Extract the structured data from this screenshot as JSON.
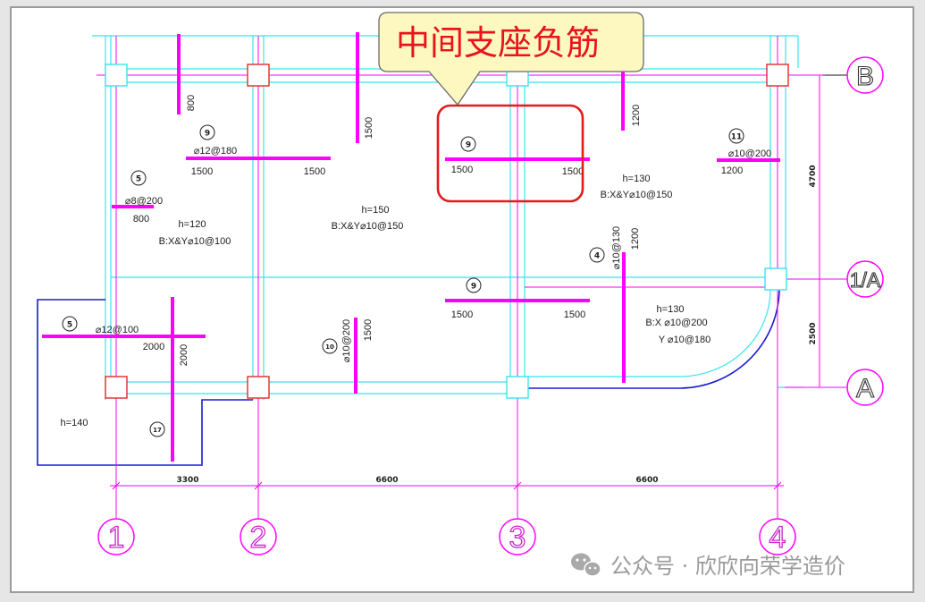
{
  "callout": {
    "text": "中间支座负筋"
  },
  "axis_bubbles": {
    "columns": [
      "1",
      "2",
      "3",
      "4"
    ],
    "rows": [
      "B",
      "1/A",
      "A"
    ]
  },
  "dimensions": {
    "bottom": [
      "3300",
      "6600",
      "6600"
    ],
    "right": [
      "4700",
      "2500"
    ]
  },
  "rebars": [
    {
      "lengths": [
        "800"
      ]
    },
    {
      "mark": "9",
      "spec": "⌀12@180",
      "lengths": [
        "1500",
        "1500"
      ]
    },
    {
      "lengths": [
        "1500"
      ]
    },
    {
      "mark": "9",
      "lengths": [
        "1500",
        "1500"
      ]
    },
    {
      "lengths": [
        "1200"
      ]
    },
    {
      "mark": "11",
      "spec": "⌀10@200",
      "lengths": [
        "1200"
      ]
    },
    {
      "mark": "5",
      "spec": "⌀8@200",
      "lengths": [
        "800"
      ]
    },
    {
      "mark": "4",
      "spec": "⌀10@130",
      "lengths": [
        "1200"
      ]
    },
    {
      "mark": "9",
      "lengths": [
        "1500",
        "1500"
      ]
    },
    {
      "mark": "10",
      "spec": "⌀10@200",
      "lengths": [
        "1500"
      ]
    },
    {
      "mark": "5",
      "spec": "⌀12@100",
      "lengths": [
        "2000"
      ]
    },
    {
      "mark": "17",
      "lengths": [
        "2000"
      ]
    }
  ],
  "slabs": [
    {
      "thickness": "h=120",
      "reinforcement": [
        "B:X&Y⌀10@100"
      ]
    },
    {
      "thickness": "h=150",
      "reinforcement": [
        "B:X&Y⌀10@150"
      ]
    },
    {
      "thickness": "h=130",
      "reinforcement": [
        "B:X&Y⌀10@150"
      ]
    },
    {
      "thickness": "h=130",
      "reinforcement": [
        "B:X ⌀10@200",
        "Y ⌀10@180"
      ]
    },
    {
      "thickness": "h=140"
    }
  ],
  "watermark": "公众号 · 欣欣向荣学造价",
  "icons": {
    "watermark": "wechat-icon"
  },
  "colors": {
    "axis": "#ff00ff",
    "beam": "#38e4ee",
    "slab_edge": "#1b1bd1",
    "highlight": "#e31b1b",
    "callout_fill": "#fcf8c0",
    "callout_text": "#e8141c",
    "watermark": "#9a9a9a"
  }
}
